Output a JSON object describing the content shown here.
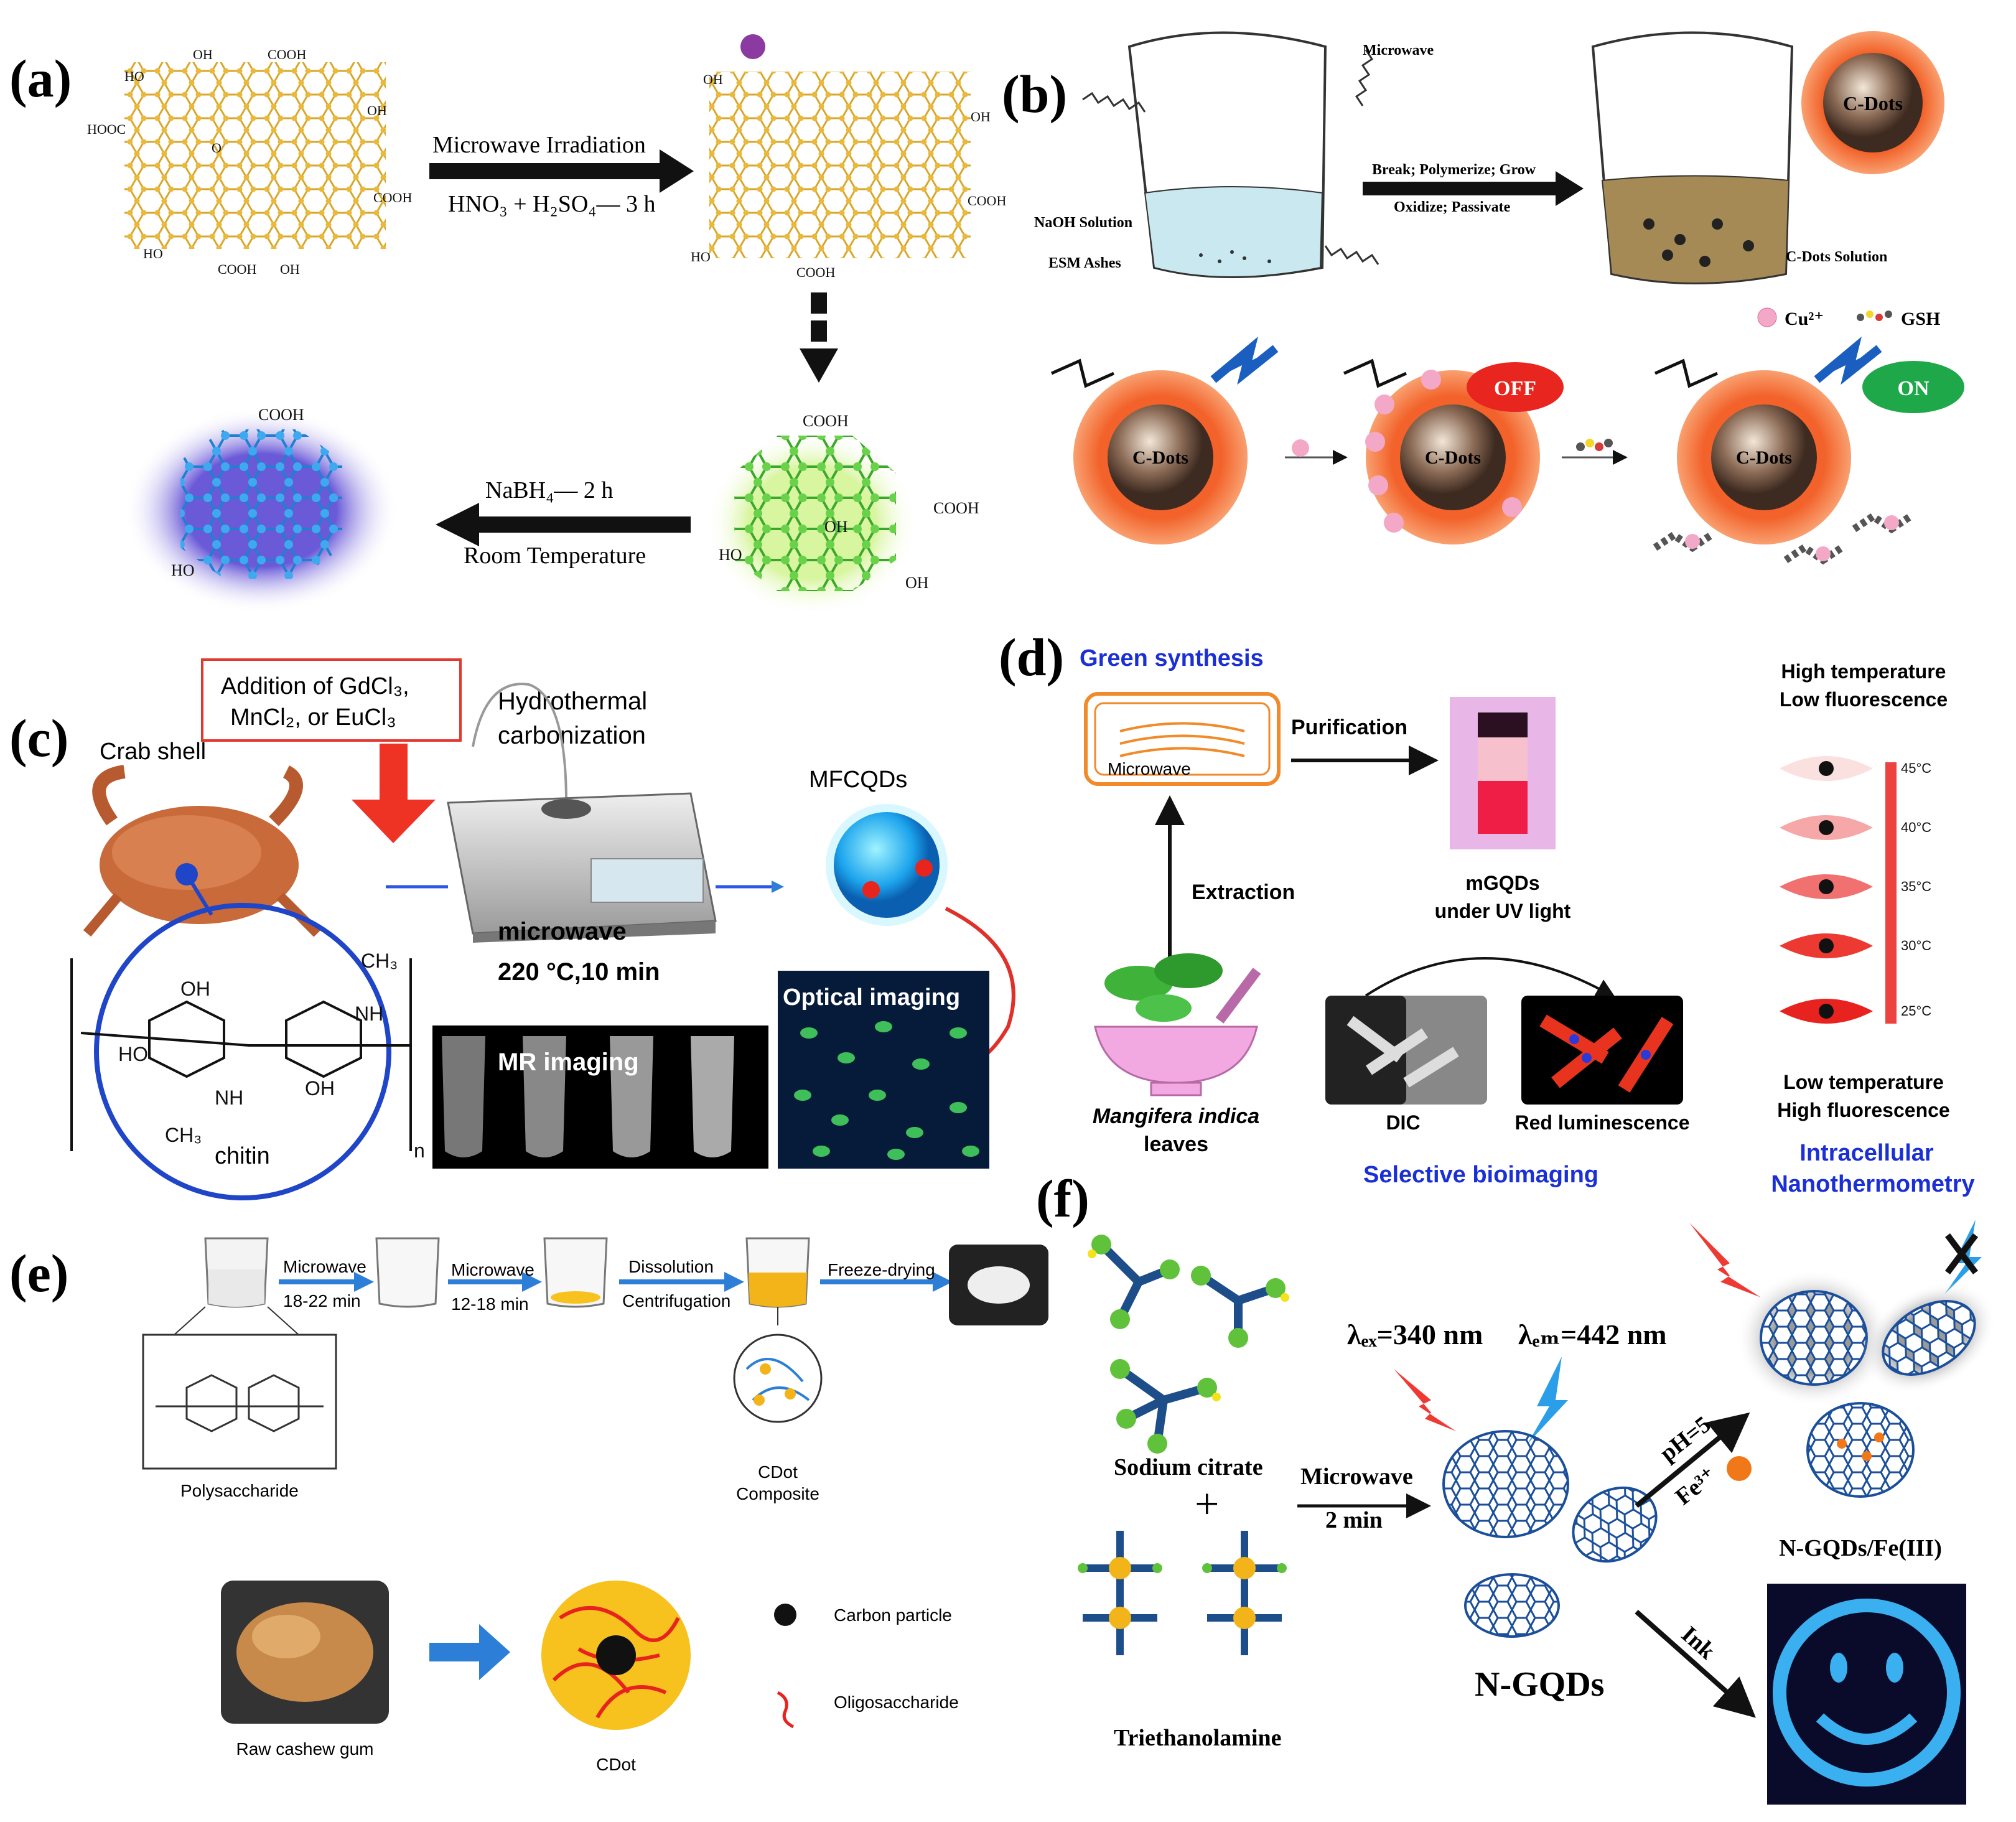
{
  "panels": {
    "a": {
      "letter": "(a)",
      "step1_top": "Microwave Irradiation",
      "step1_bottom": "HNO₃ + H₂SO₄— 3 h",
      "step2_top": "NaBH₄—  2 h",
      "step2_bottom": "Room Temperature",
      "labels": {
        "oh": "OH",
        "ho": "HO",
        "cooh": "COOH",
        "hooc": "HOOC",
        "o": "O"
      }
    },
    "b": {
      "letter": "(b)",
      "microwave": "Microwave",
      "naoh": "NaOH Solution",
      "esm": "ESM  Ashes",
      "process_top": "Break; Polymerize; Grow",
      "process_bottom": "Oxidize; Passivate",
      "cdots": "C-Dots",
      "cdots_solution": "C-Dots Solution",
      "cu": "Cu²⁺",
      "gsh": "GSH",
      "off": "OFF",
      "on": "ON"
    },
    "c": {
      "letter": "(c)",
      "addition_line1": "Addition of GdCl₃,",
      "addition_line2": "MnCl₂, or EuCl₃",
      "hydrothermal_line1": "Hydrothermal",
      "hydrothermal_line2": "carbonization",
      "crab": "Crab shell",
      "mfcqds": "MFCQDs",
      "microwave": "microwave",
      "conditions": "220 °C,10 min",
      "optical": "Optical imaging",
      "mr": "MR imaging",
      "chitin": "chitin",
      "ch3": "CH₃",
      "oh": "OH",
      "ho": "HO",
      "nh": "NH",
      "n": "n"
    },
    "d": {
      "letter": "(d)",
      "green": "Green synthesis",
      "microwave": "Microwave",
      "purification": "Purification",
      "extraction": "Extraction",
      "mgqds_line1": "mGQDs",
      "mgqds_line2": "under UV light",
      "plant_line1": "Mangifera indica",
      "plant_line2": "leaves",
      "dic": "DIC",
      "red": "Red luminescence",
      "selective": "Selective bioimaging",
      "high_line1": "High temperature",
      "high_line2": "Low fluorescence",
      "low_line1": "Low temperature",
      "low_line2": "High fluorescence",
      "temps": [
        "45°C",
        "40°C",
        "35°C",
        "30°C",
        "25°C"
      ],
      "intracellular_line1": "Intracellular",
      "intracellular_line2": "Nanothermometry"
    },
    "e": {
      "letter": "(e)",
      "mw1": "Microwave",
      "t1": "18-22 min",
      "mw2": "Microwave",
      "t2": "12-18 min",
      "dissolution": "Dissolution",
      "centrifugation": "Centrifugation",
      "freeze": "Freeze-drying",
      "polysaccharide": "Polysaccharide",
      "composite_line1": "CDot",
      "composite_line2": "Composite",
      "cashew": "Raw cashew gum",
      "cdot": "CDot",
      "carbon_particle": "Carbon particle",
      "oligosaccharide": "Oligosaccharide"
    },
    "f": {
      "letter": "(f)",
      "citrate": "Sodium citrate",
      "plus": "+",
      "tea": "Triethanolamine",
      "microwave": "Microwave",
      "time": "2 min",
      "lambda_ex": "λₑₓ=340 nm",
      "lambda_em": "λₑₘ=442 nm",
      "ngqds": "N-GQDs",
      "ph": "pH=5",
      "fe": "Fe³⁺",
      "ngqds_fe": "N-GQDs/Fe(III)",
      "ink": "Ink"
    }
  },
  "colors": {
    "gold": "#e0b43a",
    "green": "#5fc23a",
    "blue": "#2c8fe0",
    "orange": "#f26a2a",
    "dark_arrow": "#111111",
    "title_blue": "#1a2fd6",
    "thermo_red": "#e8231f",
    "arrow_blue": "#2d7ed6"
  }
}
